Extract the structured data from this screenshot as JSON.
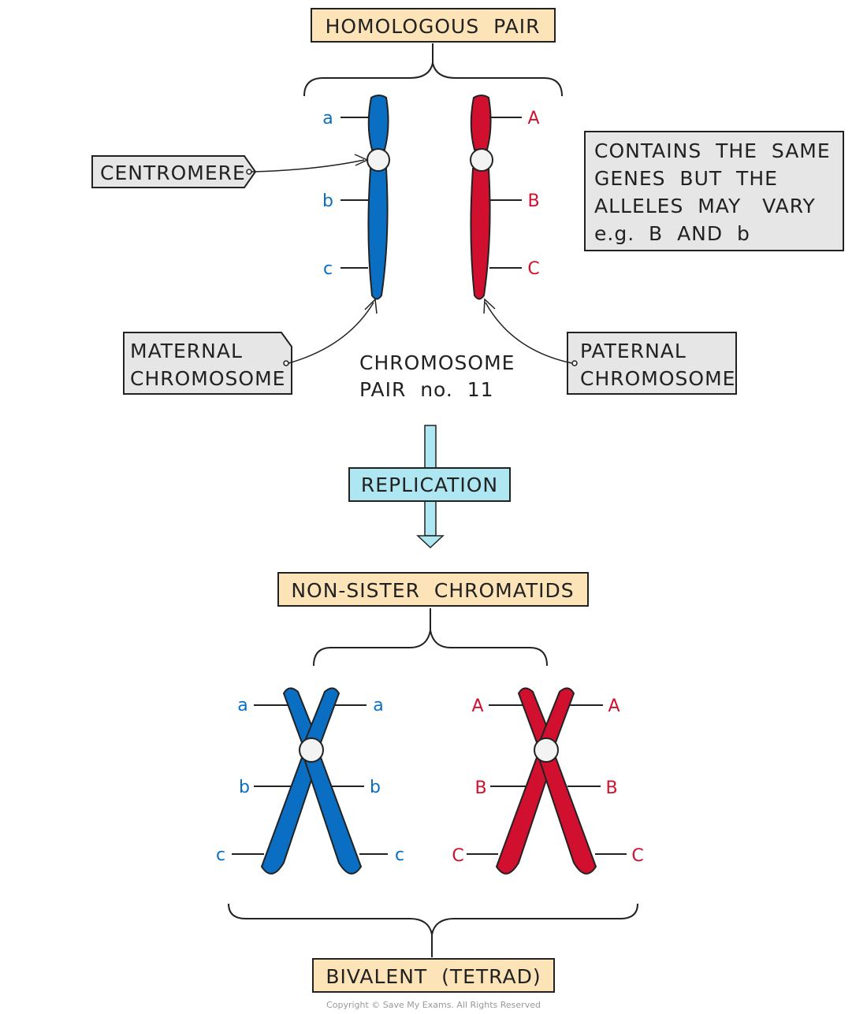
{
  "labels": {
    "homologous_pair": "HOMOLOGOUS  PAIR",
    "centromere": "CENTROMERE",
    "note_line1": "CONTAINS  THE  SAME",
    "note_line2": "GENES  BUT  THE",
    "note_line3": "ALLELES  MAY   VARY",
    "note_line4": "e.g.  B  AND  b",
    "maternal_line1": "MATERNAL",
    "maternal_line2": "CHROMOSOME",
    "paternal_line1": "PATERNAL",
    "paternal_line2": "CHROMOSOME",
    "pair_line1": "CHROMOSOME",
    "pair_line2": "PAIR  no.  11",
    "replication": "REPLICATION",
    "non_sister": "NON-SISTER  CHROMATIDS",
    "bivalent": "BIVALENT  (TETRAD)",
    "copyright": "Copyright © Save My Exams. All Rights Reserved"
  },
  "alleles": {
    "maternal": [
      "a",
      "b",
      "c"
    ],
    "paternal": [
      "A",
      "B",
      "C"
    ]
  },
  "colors": {
    "maternal": "#0a6fc2",
    "paternal": "#d0102e",
    "label_box": "#fde3b8",
    "callout_box": "#e6e6e6",
    "replication_box": "#aee6f2",
    "outline": "#222222"
  }
}
